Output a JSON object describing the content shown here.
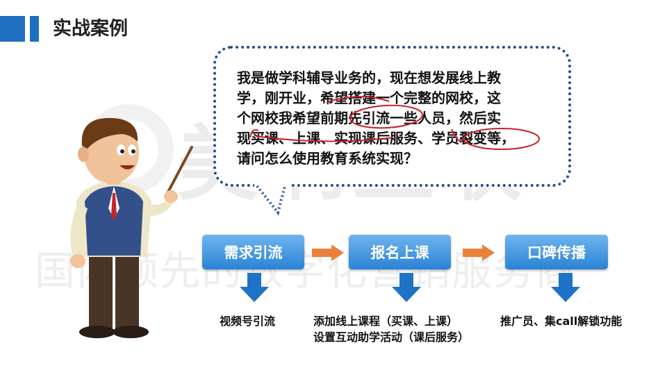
{
  "header": {
    "title": "实战案例"
  },
  "watermark": {
    "logo_text": "美啊互联",
    "tagline": "国内领先的数字化营销服务商"
  },
  "bubble": {
    "lines": [
      "我是做学科辅导业务的，现在想发展线上教",
      "学，刚开业，希望搭建一个完整的网校，这",
      "个网校我希望前期先引流一些人员，然后实",
      "现买课、上课、实现课后服务、学员裂变等，",
      "请问怎么使用教育系统实现？"
    ]
  },
  "steps": [
    {
      "label": "需求引流",
      "caption_lines": [
        "视频号引流"
      ]
    },
    {
      "label": "报名上课",
      "caption_lines": [
        "添加线上课程（买课、上课）",
        "设置互动助学活动（课后服务）"
      ]
    },
    {
      "label": "口碑传播",
      "caption_lines": [
        "推广员、集call解锁功能"
      ]
    }
  ],
  "colors": {
    "accent": "#1e6fc0",
    "step_fill": "#3a8fdc",
    "arrow": "#e9813a",
    "annotation": "#c8202a"
  }
}
